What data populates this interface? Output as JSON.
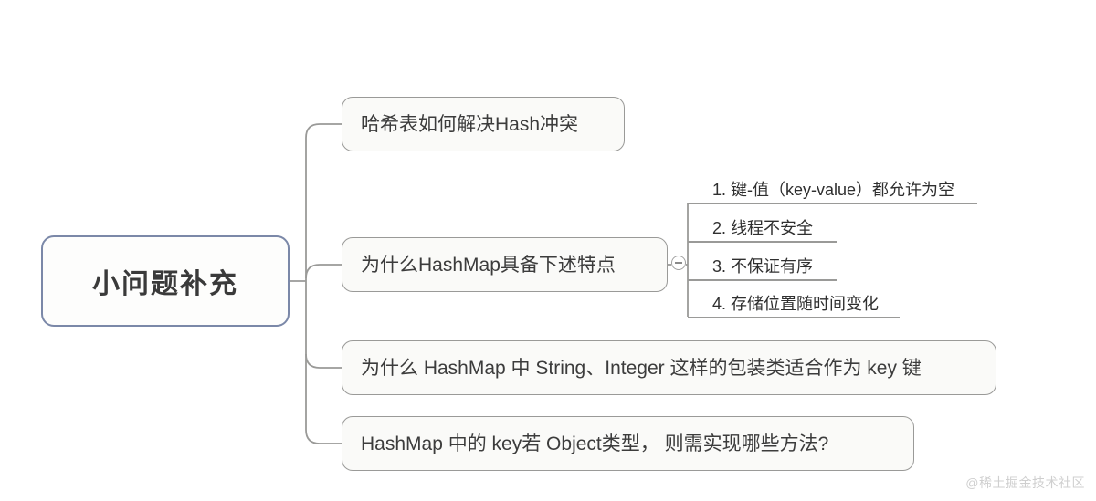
{
  "diagram": {
    "type": "mind-map",
    "title": "小问题补充",
    "root": {
      "label": "小问题补充",
      "border_color": "#7b88a8",
      "fill_color": "#fdfdfc"
    },
    "branches": [
      {
        "label": "哈希表如何解决Hash冲突"
      },
      {
        "label": "为什么HashMap具备下述特点"
      },
      {
        "label": "为什么 HashMap 中 String、Integer 这样的包装类适合作为 key 键"
      },
      {
        "label": "HashMap 中的 key若 Object类型， 则需实现哪些方法?"
      }
    ],
    "sub_items": [
      {
        "label": "1. 键-值（key-value）都允许为空"
      },
      {
        "label": "2. 线程不安全"
      },
      {
        "label": "3. 不保证有序"
      },
      {
        "label": "4. 存储位置随时间变化"
      }
    ],
    "collapse_toggle": {
      "state": "expanded",
      "glyph": "minus"
    },
    "node_border_color": "#9a9a98",
    "node_fill_color": "#fafaf8",
    "text_color": "#3c3c3c",
    "background": "#ffffff"
  },
  "watermark": {
    "text": "@稀土掘金技术社区"
  }
}
